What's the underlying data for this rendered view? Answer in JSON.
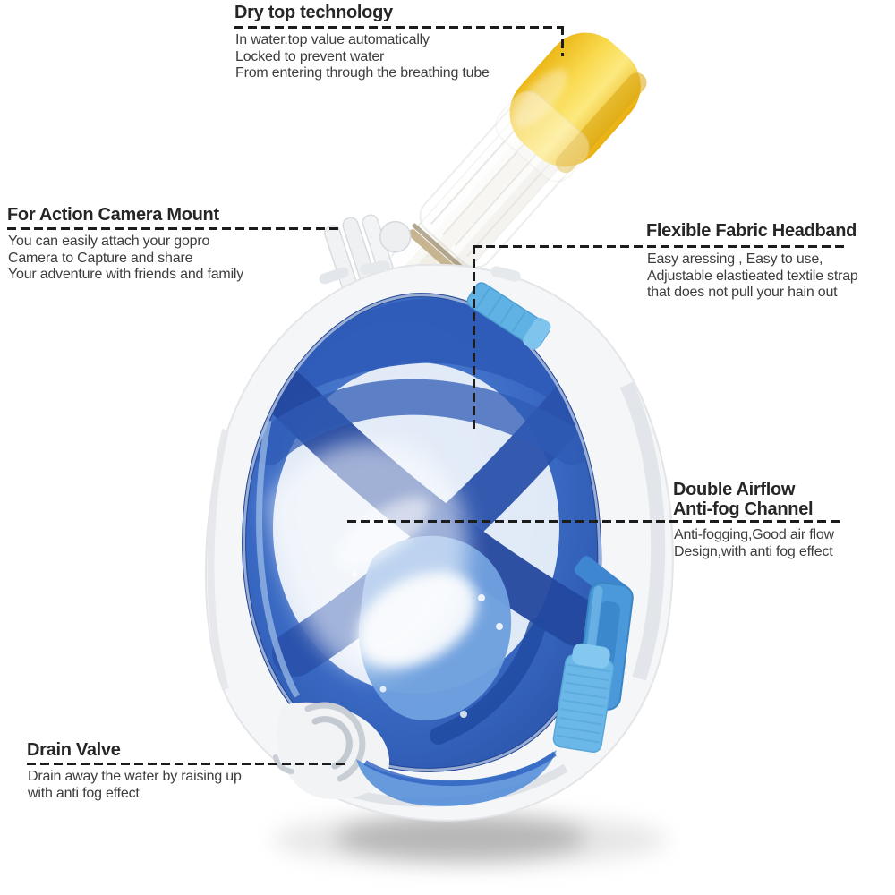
{
  "product": {
    "subject": "full face snorkel mask with annotated features"
  },
  "callouts": {
    "dry_top": {
      "title": "Dry top technology",
      "lines": [
        "In water.top value automatically",
        "Locked to prevent water",
        "From entering through the breathing tube"
      ]
    },
    "camera_mount": {
      "title": "For Action Camera Mount",
      "lines": [
        "You can easily attach your gopro",
        "Camera to Capture and share",
        "Your adventure with friends and family"
      ]
    },
    "headband": {
      "title": "Flexible Fabric Headband",
      "lines": [
        "Easy aressing , Easy to use,",
        "Adjustable elastieated textile strap",
        "that does not pull your hain out"
      ]
    },
    "airflow": {
      "title_line1": "Double Airflow",
      "title_line2": "Anti-fog Channel",
      "lines": [
        "Anti-fogging,Good air flow",
        "Design,with anti fog effect"
      ]
    },
    "drain_valve": {
      "title": "Drain Valve",
      "lines": [
        "Drain away the water by raising up",
        "with anti fog effect"
      ]
    }
  },
  "colors": {
    "leader_line": "#1c1c1c",
    "title_text": "#262626",
    "body_text": "#3d3d3d",
    "snorkel_cap_yellow": "#f9d84e",
    "visor_blue": "#3566bd",
    "visor_blue_dark": "#27509f",
    "strap_light_blue": "#66b5e6",
    "buckle_blue": "#4b99da",
    "frame_white": "#f5f6f8"
  }
}
